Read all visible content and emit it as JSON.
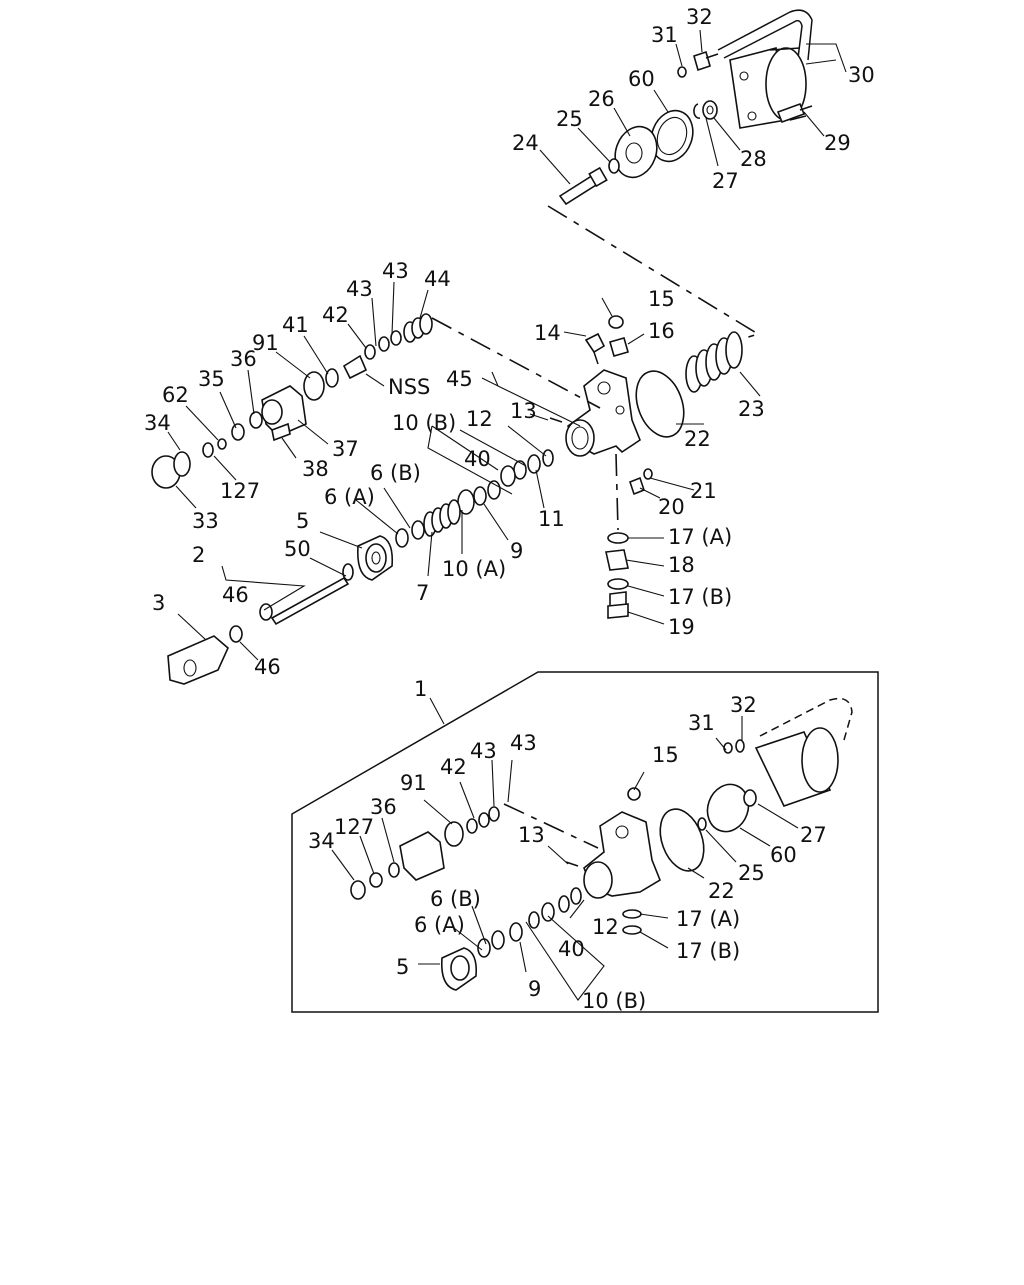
{
  "diagram": {
    "inset_title": "1",
    "nss_label": "NSS",
    "callouts_main": {
      "c31": "31",
      "c32": "32",
      "c30": "30",
      "c29": "29",
      "c60": "60",
      "c26": "26",
      "c25": "25",
      "c24": "24",
      "c27": "27",
      "c28": "28",
      "c43a": "43",
      "c43b": "43",
      "c44": "44",
      "c42": "42",
      "c41": "41",
      "c91": "91",
      "c36": "36",
      "c35": "35",
      "c62": "62",
      "c34": "34",
      "c127": "127",
      "c33": "33",
      "c37": "37",
      "c38": "38",
      "c15": "15",
      "c14": "14",
      "c16": "16",
      "c45": "45",
      "c13": "13",
      "c22": "22",
      "c23": "23",
      "c10b": "10 (B)",
      "c12": "12",
      "c40": "40",
      "c11": "11",
      "c21": "21",
      "c20": "20",
      "c6b": "6 (B)",
      "c6a": "6 (A)",
      "c5": "5",
      "c9": "9",
      "c10a": "10 (A)",
      "c7": "7",
      "c50": "50",
      "c2": "2",
      "c46a": "46",
      "c46b": "46",
      "c3": "3",
      "c17a": "17 (A)",
      "c18": "18",
      "c17b": "17 (B)",
      "c19": "19"
    },
    "callouts_inset": {
      "i31": "31",
      "i32": "32",
      "i15": "15",
      "i43a": "43",
      "i43b": "43",
      "i42": "42",
      "i91": "91",
      "i36": "36",
      "i127": "127",
      "i34": "34",
      "i13": "13",
      "i22": "22",
      "i25": "25",
      "i60": "60",
      "i27": "27",
      "i6b": "6 (B)",
      "i6a": "6 (A)",
      "i5": "5",
      "i9": "9",
      "i40": "40",
      "i12": "12",
      "i10b": "10 (B)",
      "i17a": "17 (A)",
      "i17b": "17 (B)"
    }
  }
}
